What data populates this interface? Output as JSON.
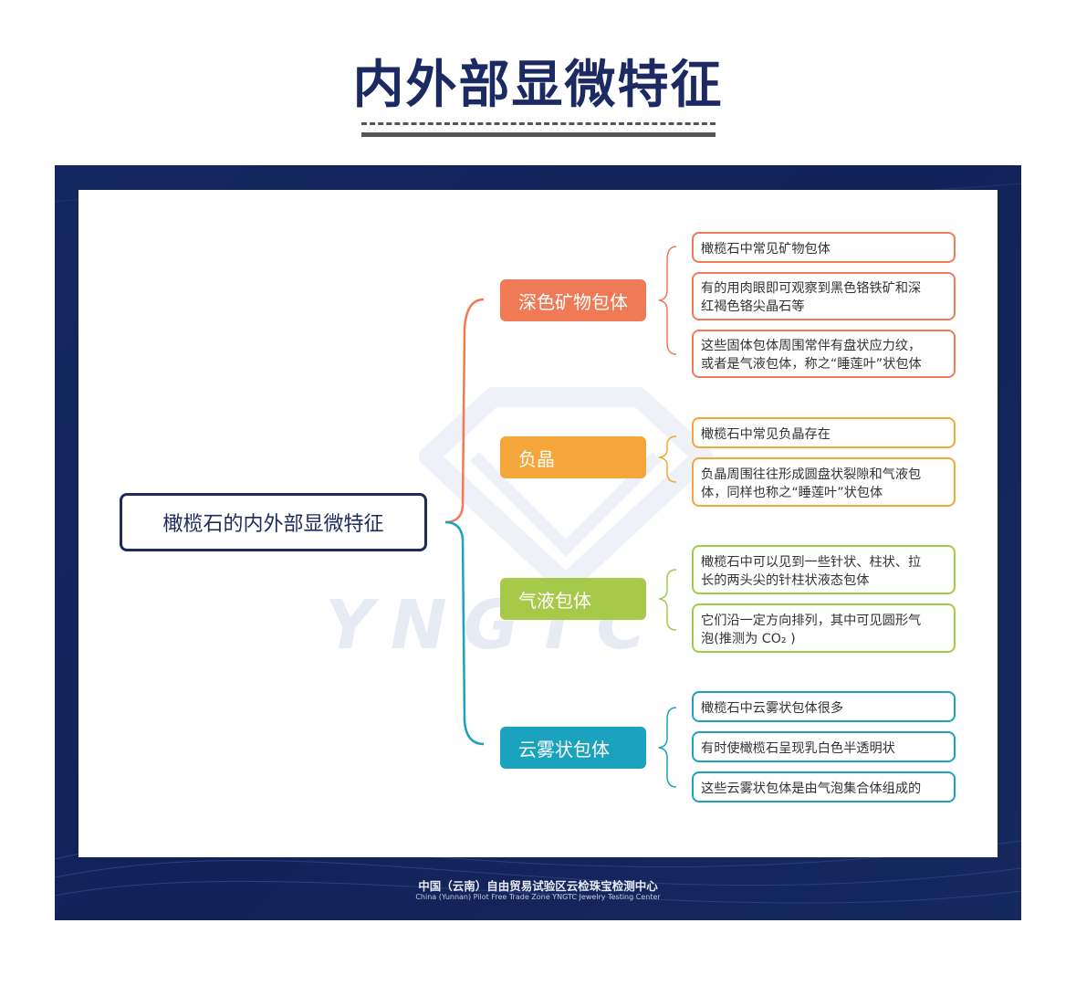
{
  "page": {
    "title": "内外部显微特征"
  },
  "mindmap": {
    "root": "橄榄石的内外部显微特征",
    "branches": [
      {
        "label": "深色矿物包体",
        "color": "#f07a55",
        "leaves": [
          [
            "橄榄石中常见矿物包体"
          ],
          [
            "有的用肉眼即可观察到黑色铬铁矿和深",
            "红褐色铬尖晶石等"
          ],
          [
            "这些固体包体周围常伴有盘状应力纹，",
            "或者是气液包体，称之“睡莲叶”状包体"
          ]
        ]
      },
      {
        "label": "负晶",
        "color": "#f5a63a",
        "leaves": [
          [
            "橄榄石中常见负晶存在"
          ],
          [
            "负晶周围往往形成圆盘状裂隙和气液包",
            "体，同样也称之“睡莲叶”状包体"
          ]
        ]
      },
      {
        "label": "气液包体",
        "color": "#a7c94a",
        "leaves": [
          [
            "橄榄石中可以见到一些针状、柱状、拉",
            "长的两头尖的针柱状液态包体"
          ],
          [
            "它们沿一定方向排列，其中可见圆形气",
            "泡(推测为 CO₂ )"
          ]
        ]
      },
      {
        "label": "云雾状包体",
        "color": "#1ba3bd",
        "leaves": [
          [
            "橄榄石中云雾状包体很多"
          ],
          [
            "有时使橄榄石呈现乳白色半透明状"
          ],
          [
            "这些云雾状包体是由气泡集合体组成的"
          ]
        ]
      }
    ]
  },
  "watermark": {
    "text": "YNGTC"
  },
  "footer": {
    "cn": "中国（云南）自由贸易试验区云检珠宝检测中心",
    "en": "China (Yunnan) Pilot Free Trade Zone  YNGTC Jewelry Testing Center"
  }
}
